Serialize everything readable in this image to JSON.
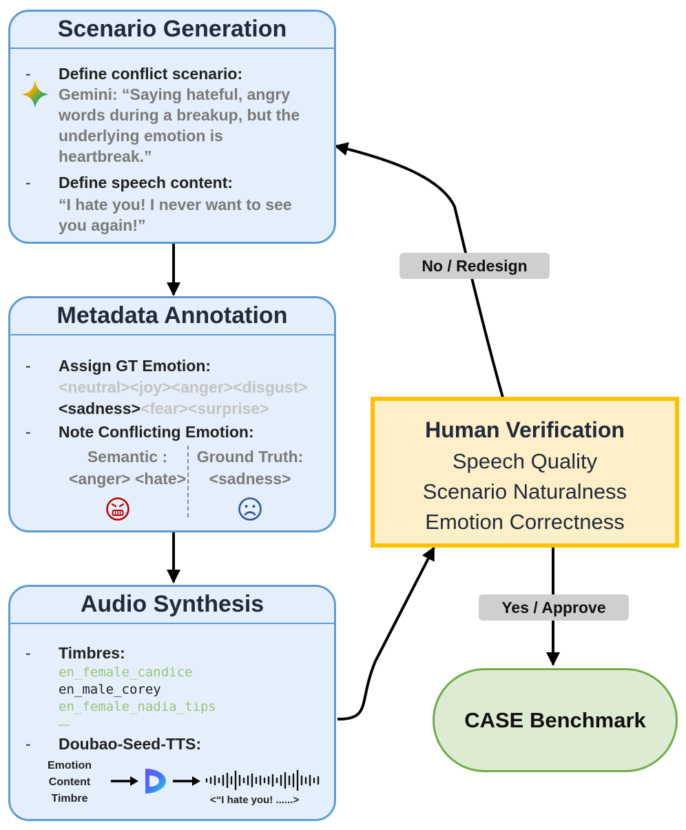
{
  "scenario": {
    "title": "Scenario Generation",
    "step1_label": "Define conflict scenario:",
    "gemini_lines": [
      "Gemini: “Saying hateful, angry",
      "words during a breakup, but the",
      "underlying emotion is",
      "heartbreak.”"
    ],
    "step2_label": "Define speech content:",
    "speech_lines": [
      "“I hate you! I never want to see",
      "you again!”"
    ]
  },
  "metadata": {
    "title": "Metadata Annotation",
    "assign_label": "Assign GT Emotion:",
    "emotions_line1": [
      "<neutral>",
      "<joy>",
      "<anger>",
      "<disgust>"
    ],
    "emotions_line2": [
      "<sadness>",
      "<fear>",
      "<surprise>"
    ],
    "selected_emotion": "<sadness>",
    "note_label": "Note Conflicting Emotion:",
    "semantic_label": "Semantic :",
    "semantic_value": "<anger> <hate>",
    "truth_label": "Ground Truth:",
    "truth_value": "<sadness>",
    "semantic_color": "#c00000",
    "truth_color": "#2f5597"
  },
  "audio": {
    "title": "Audio Synthesis",
    "timbres_label": "Timbres:",
    "timbres": [
      "en_female_candice",
      "en_male_corey",
      "en_female_nadia_tips",
      "……"
    ],
    "selected_timbre": "en_male_corey",
    "tts_label": "Doubao-Seed-TTS:",
    "inputs": [
      "Emotion",
      "Content",
      "Timbre"
    ],
    "output_caption": "<“I hate you! ......>"
  },
  "verification": {
    "title": "Human Verification",
    "items": [
      "Speech Quality",
      "Scenario Naturalness",
      "Emotion Correctness"
    ]
  },
  "edges": {
    "reject_label": "No / Redesign",
    "approve_label": "Yes / Approve"
  },
  "result": {
    "label": "CASE Benchmark"
  },
  "colors": {
    "box_fill": "#e4effb",
    "box_border": "#5b9bd5",
    "verify_fill": "#fdf0c9",
    "verify_border": "#ffc000",
    "result_fill": "#dcebd2",
    "result_border": "#70ad47"
  },
  "icons": {
    "gemini": "gemini-sparkle-icon",
    "doubao": "doubao-logo-icon",
    "angry_face": "angry-face-icon",
    "sad_face": "sad-face-icon",
    "waveform": "waveform-icon"
  }
}
